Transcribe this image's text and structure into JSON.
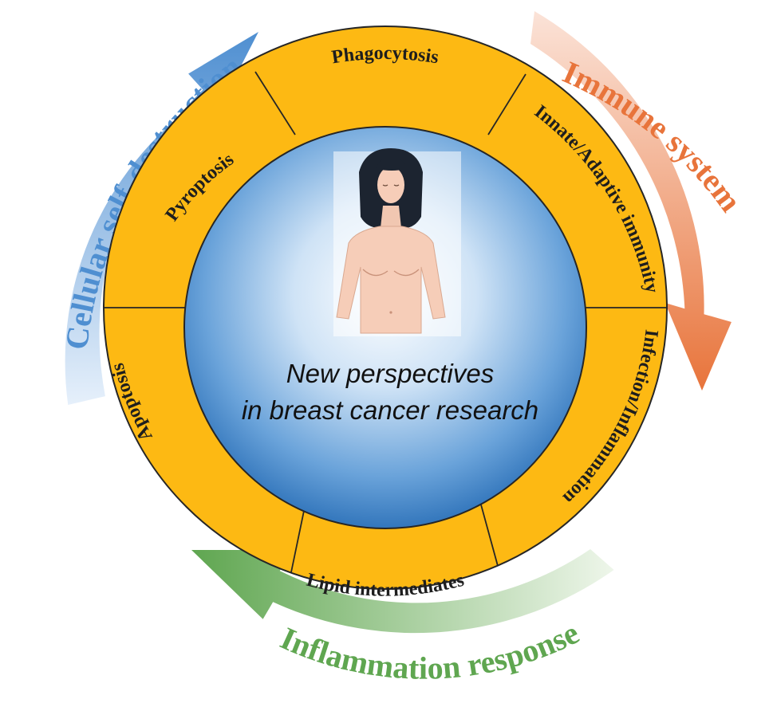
{
  "center": {
    "line1": "New perspectives",
    "line2": "in breast cancer research"
  },
  "segments": [
    "Phagocytosis",
    "Innate/Adaptive immunity",
    "Infection/Inflammation",
    "Lipid intermediates",
    "Apoptosis",
    "Pyroptosis"
  ],
  "arrows": {
    "left": "Cellular self-destruction",
    "right": "Immune system",
    "bottom": "Inflammation response"
  },
  "colors": {
    "ring": "#fdb913",
    "ring_border": "#262626",
    "center_blue": "#2a6fb7",
    "arrow_blue": "#4f8fd1",
    "arrow_orange": "#e8743b",
    "arrow_green": "#5fa650"
  },
  "icons": {
    "center_figure": "female-torso-illustration"
  }
}
